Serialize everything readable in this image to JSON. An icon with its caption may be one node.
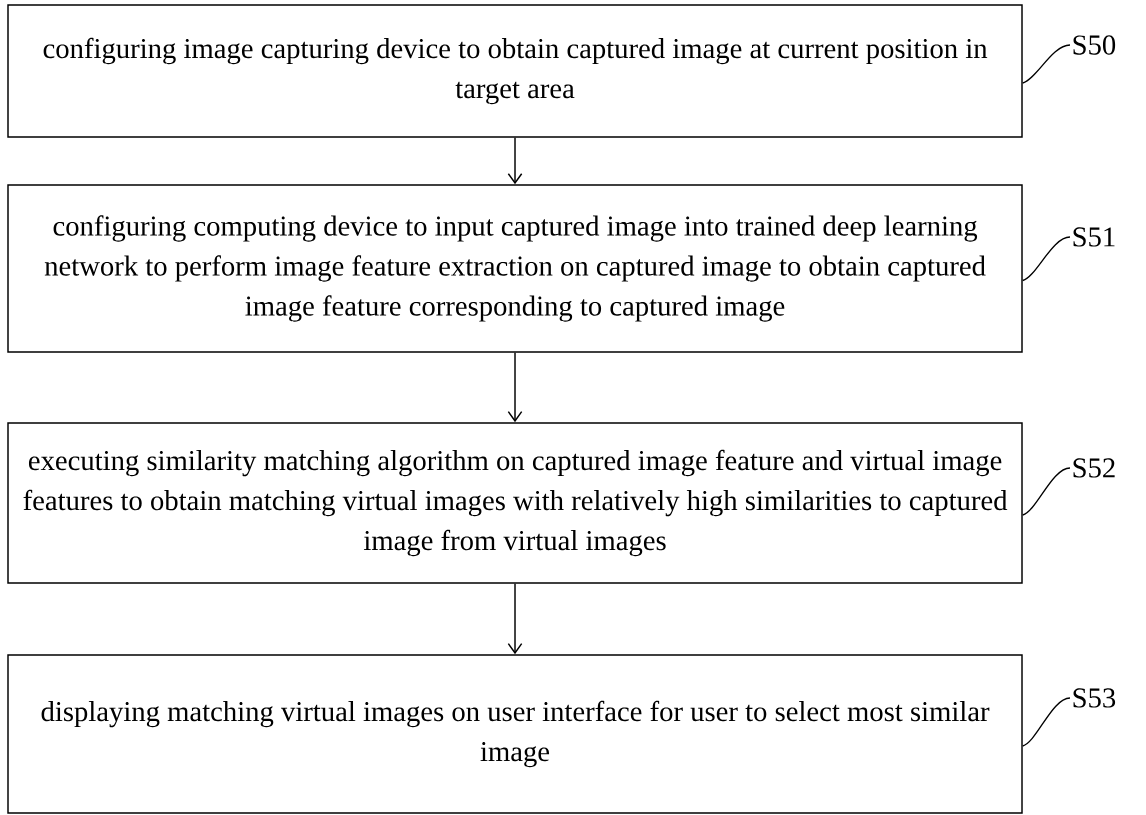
{
  "diagram": {
    "nodes": [
      {
        "text": [
          "configuring image capturing device to obtain captured image at current position in target area"
        ]
      },
      {
        "text": [
          "configuring computing device to input captured image into trained deep learning network to perform image feature extraction on captured image to obtain captured image feature corresponding to captured image"
        ]
      },
      {
        "text": [
          "executing similarity matching algorithm on captured image feature and virtual image features to obtain matching virtual images with relatively high similarities to captured image from virtual images"
        ]
      },
      {
        "text": [
          "displaying matching virtual images on user interface for user to select most similar image"
        ]
      },
      {
        "text": [
          "S50"
        ]
      },
      {
        "text": [
          "S51"
        ]
      },
      {
        "text": [
          "S52"
        ]
      },
      {
        "text": [
          "S53"
        ]
      }
    ],
    "edges": [
      {
        "from": 0,
        "to": 1,
        "arrow": "to"
      },
      {
        "from": 1,
        "to": 2,
        "arrow": "to"
      },
      {
        "from": 2,
        "to": 3,
        "arrow": "to"
      },
      {
        "from": 4,
        "to": 0,
        "arrow": "none"
      },
      {
        "from": 5,
        "to": 1,
        "arrow": "none"
      },
      {
        "from": 6,
        "to": 2,
        "arrow": "none"
      },
      {
        "from": 7,
        "to": 3,
        "arrow": "none"
      }
    ]
  }
}
